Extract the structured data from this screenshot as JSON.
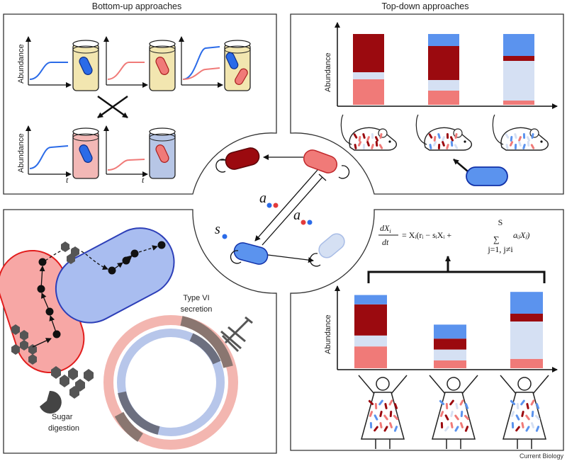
{
  "headers": {
    "bottom_up": "Bottom-up approaches",
    "top_down": "Top-down approaches"
  },
  "axis_labels": {
    "abundance": "Abundance",
    "time": "t"
  },
  "network": {
    "a_label": "a",
    "s_label": "s"
  },
  "equation": {
    "lhs_num": "dX",
    "lhs_num_sub": "i",
    "lhs_den": "dt",
    "rhs": "= Xᵢ(rᵢ − sᵢXᵢ +",
    "sum_top": "S",
    "sum_bottom": "j=1, j≠i",
    "tail": "aᵢⱼXⱼ)"
  },
  "mechanisms": {
    "type6_line1": "Type VI",
    "type6_line2": "secretion",
    "sugar_line1": "Sugar",
    "sugar_line2": "digestion"
  },
  "credit": "Current Biology",
  "colors": {
    "dark_red": "#9b0a0f",
    "light_red": "#f07a78",
    "pale_blue": "#d5e0f3",
    "blue": "#5b93ee",
    "deep_blue": "#2b6be8",
    "brown": "#8a7670"
  },
  "mouse_chart": {
    "ylabel": "Abundance",
    "stack_order": [
      "light_red",
      "pale_blue",
      "dark_red",
      "blue"
    ],
    "bars": [
      {
        "light_red": 0.36,
        "pale_blue": 0.1,
        "dark_red": 0.54,
        "blue": 0.0
      },
      {
        "light_red": 0.2,
        "pale_blue": 0.15,
        "dark_red": 0.48,
        "blue": 0.17
      },
      {
        "light_red": 0.06,
        "pale_blue": 0.56,
        "dark_red": 0.07,
        "blue": 0.31
      }
    ]
  },
  "human_chart": {
    "ylabel": "Abundance",
    "stack_order": [
      "light_red",
      "pale_blue",
      "dark_red",
      "blue"
    ],
    "bars": [
      {
        "light_red": 0.28,
        "pale_blue": 0.14,
        "dark_red": 0.4,
        "blue": 0.12
      },
      {
        "light_red": 0.1,
        "pale_blue": 0.14,
        "dark_red": 0.14,
        "blue": 0.18
      },
      {
        "light_red": 0.12,
        "pale_blue": 0.48,
        "dark_red": 0.1,
        "blue": 0.28
      }
    ]
  }
}
